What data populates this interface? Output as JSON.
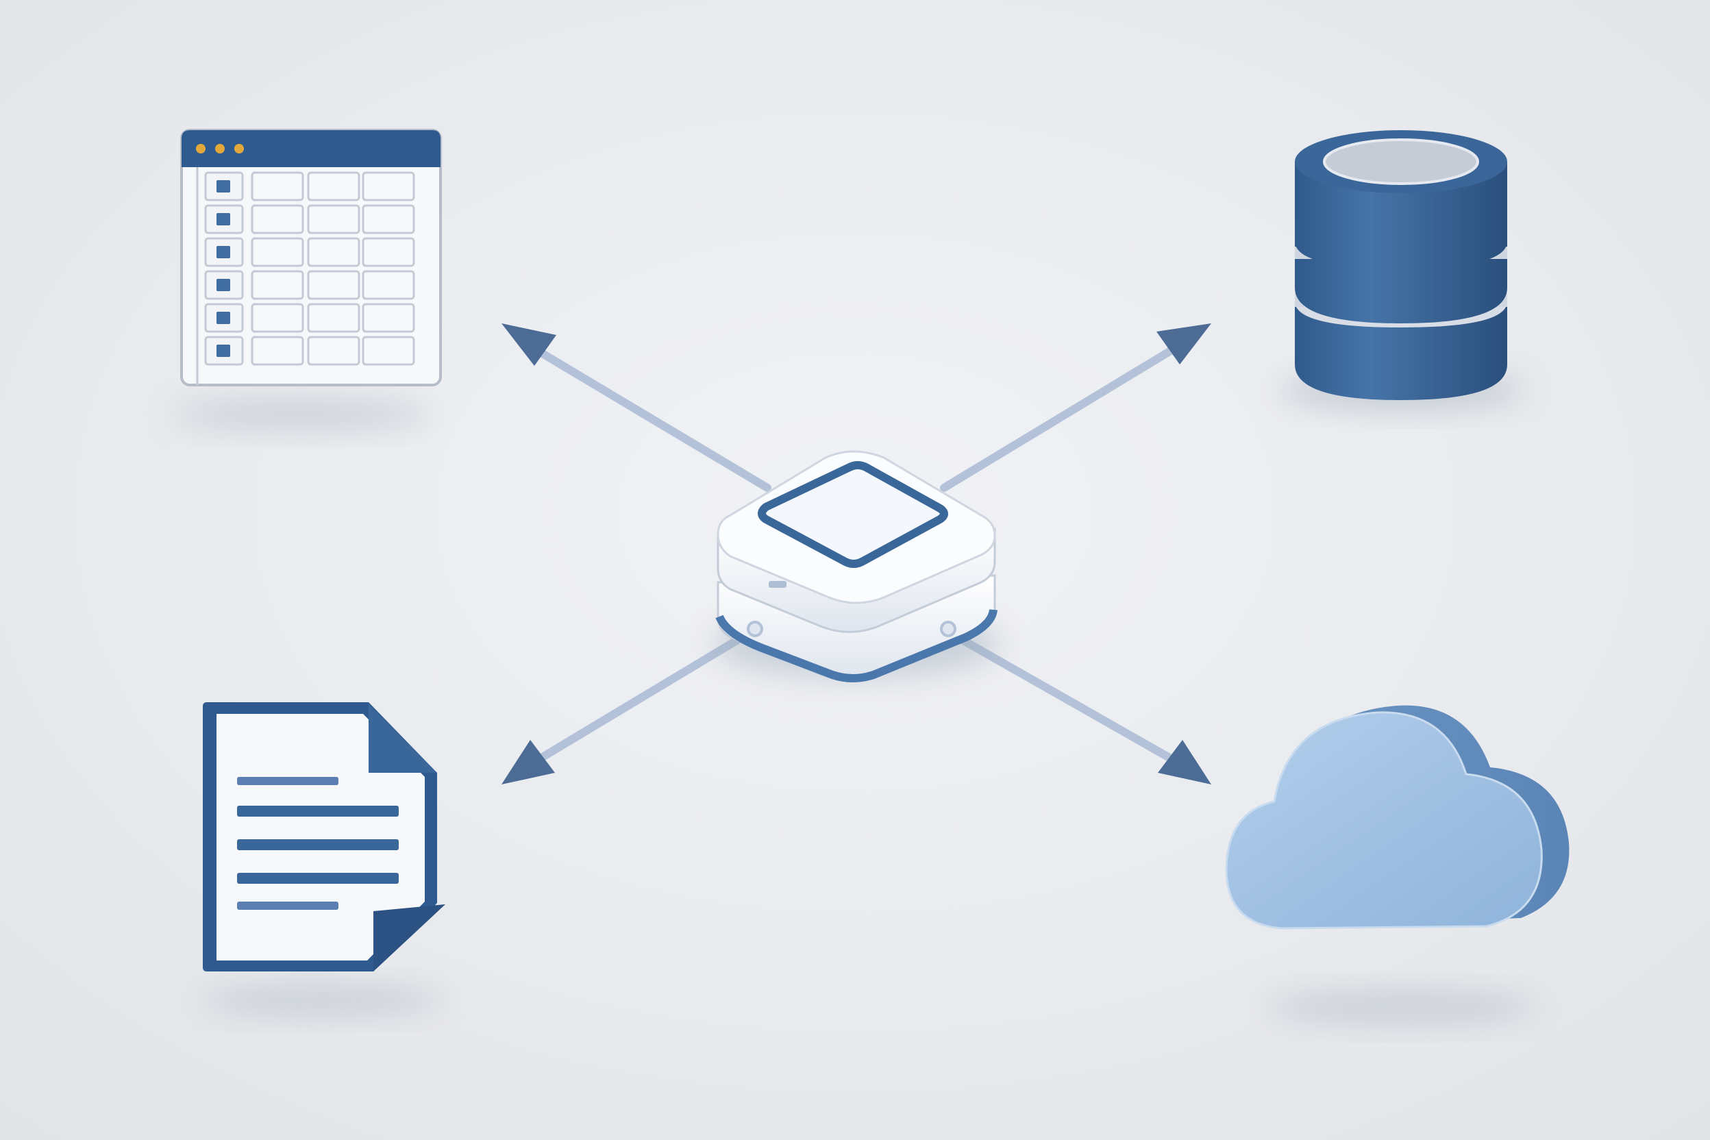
{
  "diagram": {
    "kind": "hub-and-spoke",
    "hub": {
      "icon": "hub-device-icon"
    },
    "nodes": [
      {
        "position": "top-left",
        "icon": "spreadsheet-icon"
      },
      {
        "position": "top-right",
        "icon": "database-icon"
      },
      {
        "position": "bottom-left",
        "icon": "document-icon"
      },
      {
        "position": "bottom-right",
        "icon": "cloud-icon"
      }
    ],
    "edges": [
      {
        "from": "hub",
        "to": "top-left",
        "direction": "outward"
      },
      {
        "from": "hub",
        "to": "top-right",
        "direction": "outward"
      },
      {
        "from": "hub",
        "to": "bottom-left",
        "direction": "outward"
      },
      {
        "from": "hub",
        "to": "bottom-right",
        "direction": "outward"
      }
    ]
  },
  "colors": {
    "background": "#e9eaee",
    "primary_blue": "#3a6799",
    "dark_blue": "#2b5283",
    "arrow_line": "#b3c2d8",
    "arrow_head": "#4c6c95",
    "cloud_blue": "#9fbfe0",
    "surface_white": "#f7f8fa",
    "window_dot": "#e2a83c"
  }
}
